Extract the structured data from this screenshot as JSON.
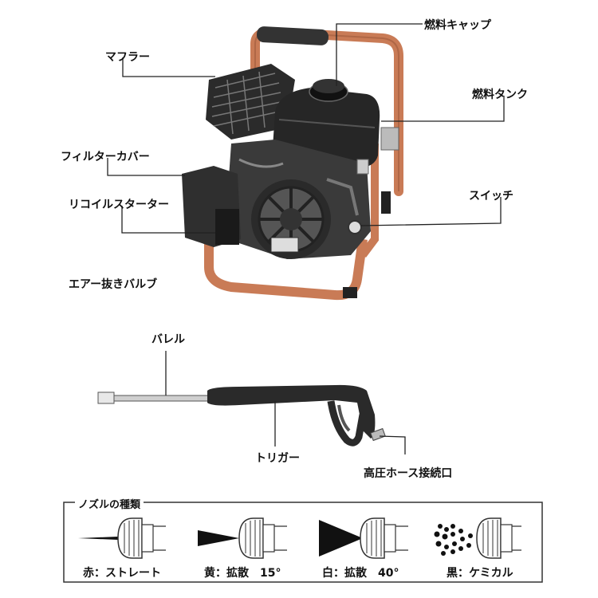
{
  "pump_labels": {
    "fuel_cap": "燃料キャップ",
    "muffler": "マフラー",
    "fuel_tank": "燃料タンク",
    "filter_cover": "フィルターカバー",
    "switch": "スイッチ",
    "recoil_starter": "リコイルスターター",
    "air_valve": "エアー抜きバルブ"
  },
  "gun_labels": {
    "barrel": "バレル",
    "trigger": "トリガー",
    "hose_port": "高圧ホース接続口"
  },
  "nozzle_section": {
    "title": "ノズルの種類",
    "nozzles": [
      {
        "label": "赤：ストレート",
        "pattern": "straight"
      },
      {
        "label": "黄：拡散　15°",
        "pattern": "narrow-fan"
      },
      {
        "label": "白：拡散　40°",
        "pattern": "wide-fan"
      },
      {
        "label": "黒：ケミカル",
        "pattern": "chemical"
      }
    ]
  },
  "colors": {
    "frame": "#c97b56",
    "engine": "#2a2a2a",
    "leader": "#222222"
  }
}
